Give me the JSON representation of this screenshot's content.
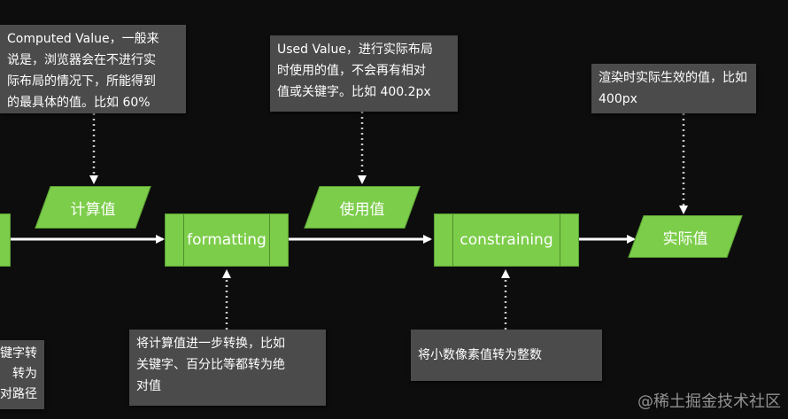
{
  "notes": {
    "computed": "Computed Value，一般来\n说是，浏览器会在不进行实\n际布局的情况下，所能得到\n的最具体的值。比如 60%",
    "used": "Used Value，进行实际布局\n时使用的值，不会再有相对\n值或关键字。比如 400.2px",
    "actual": "渲染时实际生效的值，比如\n400px",
    "formatting": "将计算值进一步转换，比如\n关键字、百分比等都转为绝\n对值",
    "constraining": "将小数像素值转为整数",
    "left_partial": "键字转\n转为\n对路径"
  },
  "nodes": {
    "computed_value": "计算值",
    "formatting": "formatting",
    "used_value": "使用值",
    "constraining": "constraining",
    "actual_value": "实际值"
  },
  "watermark": "@稀土掘金技术社区",
  "colors": {
    "node": "#7ccd4a",
    "note": "#4b4b4b",
    "arrow": "#ffffff"
  }
}
